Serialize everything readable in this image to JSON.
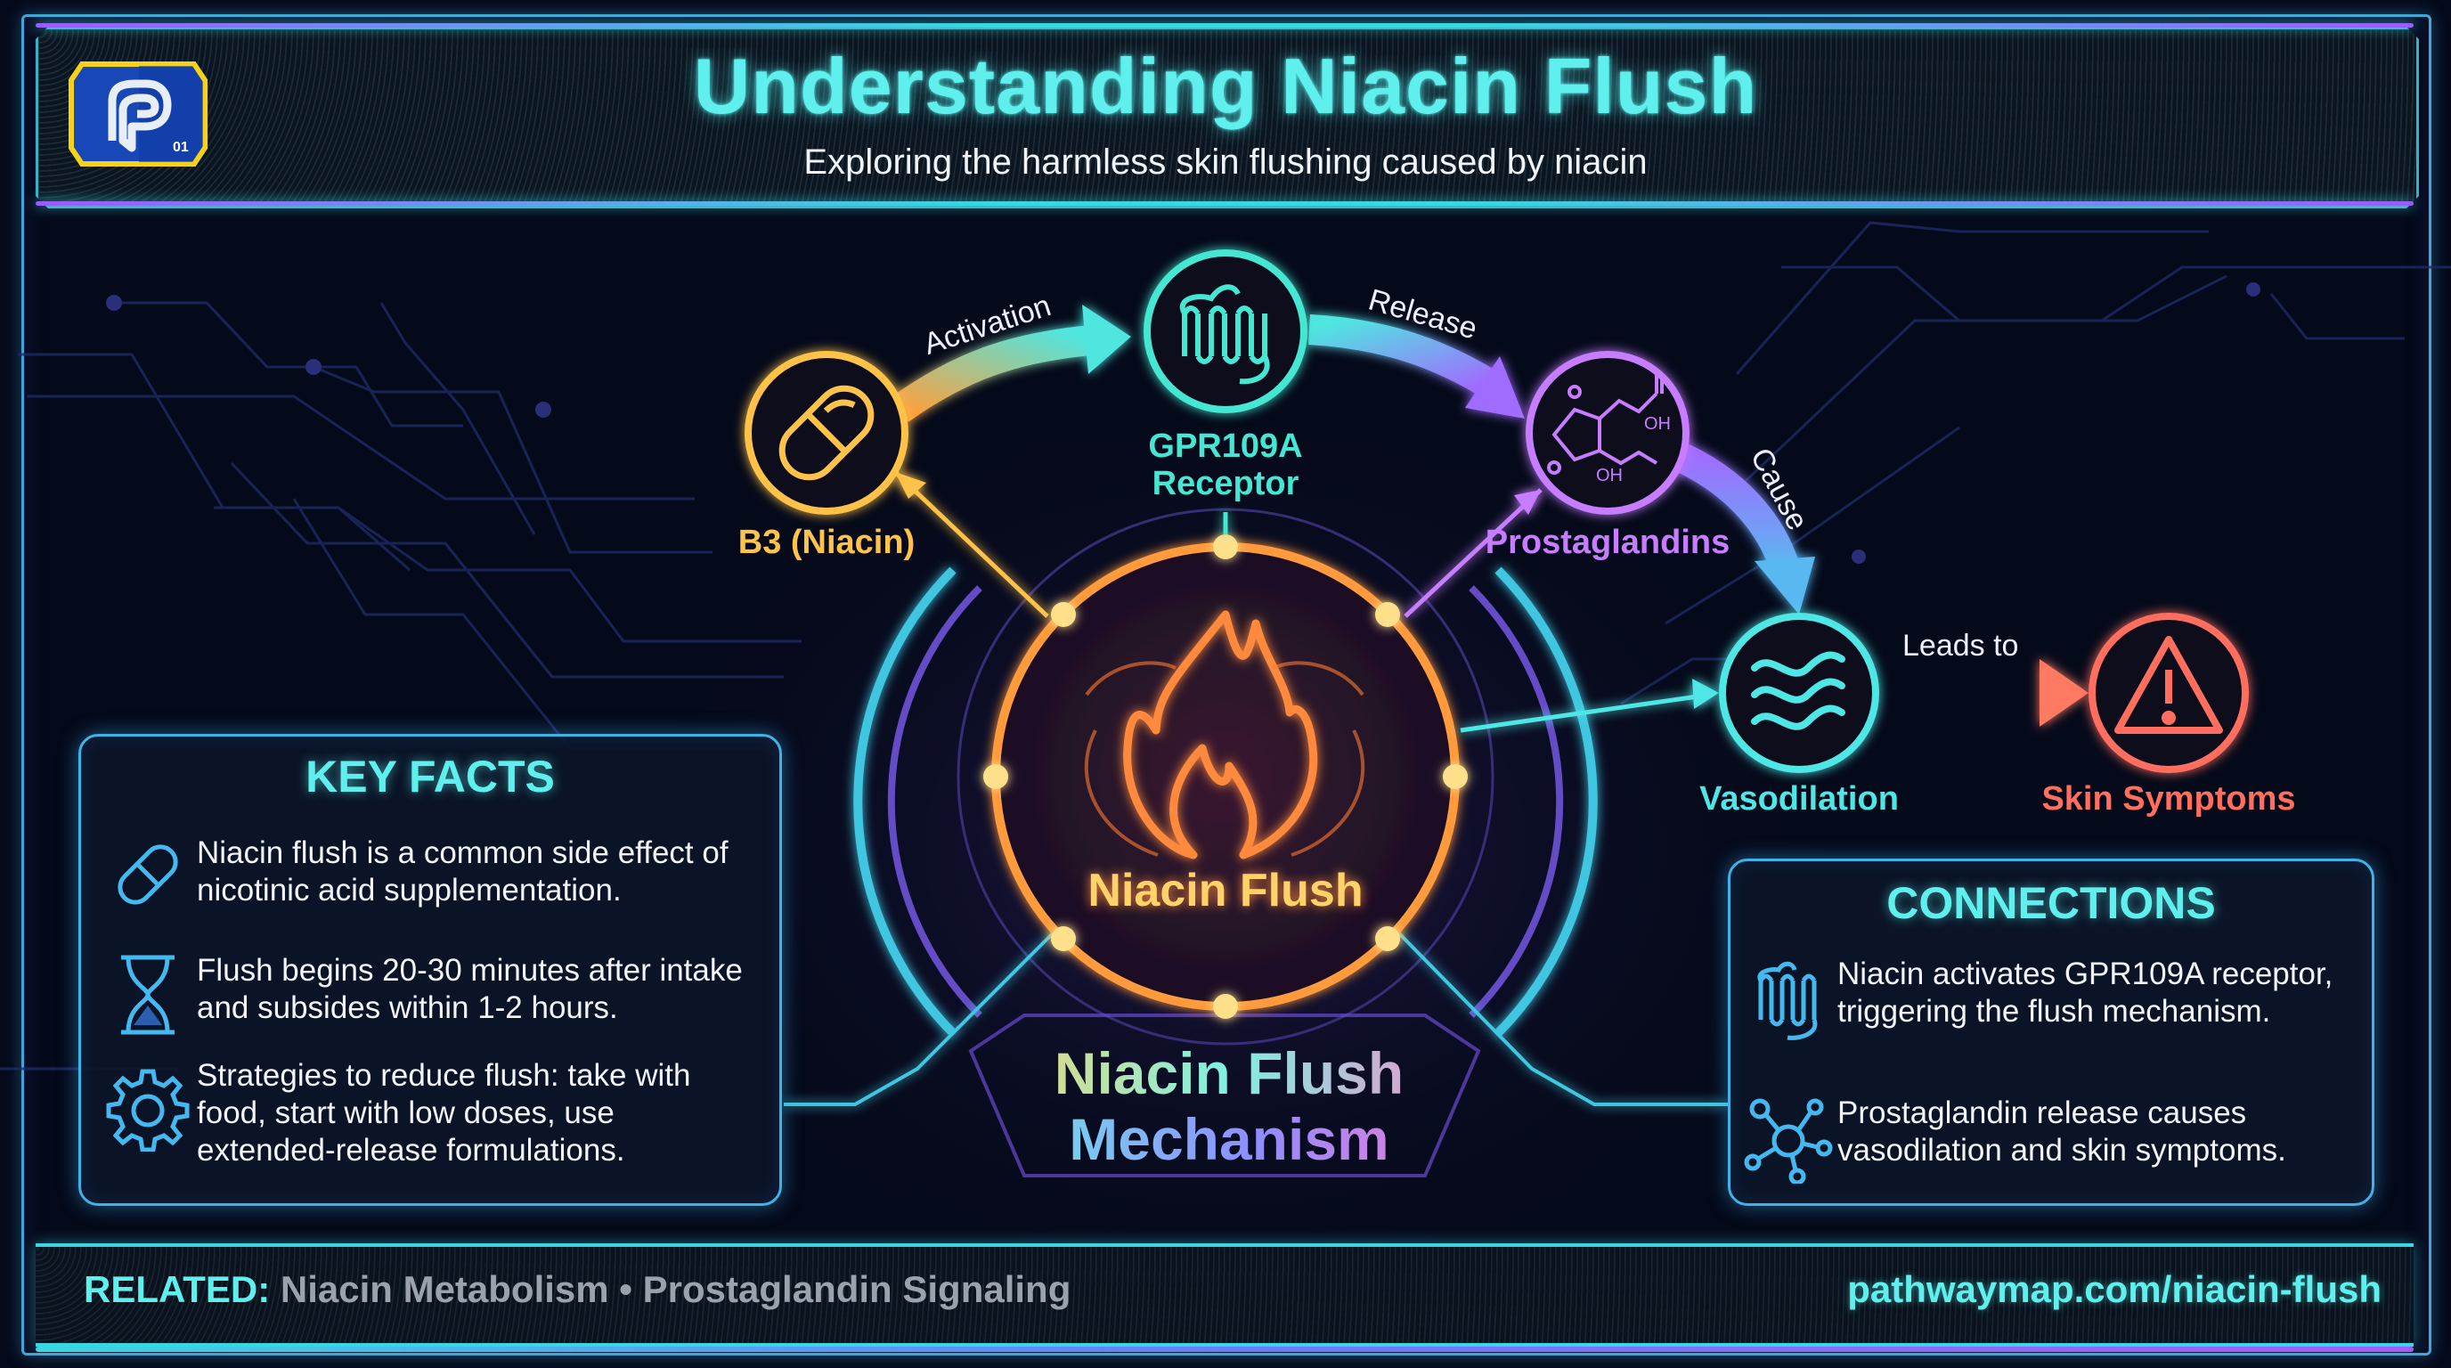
{
  "header": {
    "logo": {
      "letter": "P",
      "badge": "01",
      "icon": "pathwaymap-logo"
    },
    "title": "Understanding Niacin Flush",
    "subtitle": "Exploring the harmless skin flushing caused by niacin"
  },
  "diagram": {
    "hub": {
      "label": "Niacin Flush",
      "icon": "flame-icon",
      "caption_line1": "Niacin Flush",
      "caption_line2": "Mechanism"
    },
    "nodes": [
      {
        "id": "b3",
        "label": "B3 (Niacin)",
        "icon": "pill-icon",
        "color": "#ffc24a"
      },
      {
        "id": "gpr109a",
        "label_line1": "GPR109A",
        "label_line2": "Receptor",
        "icon": "receptor-icon",
        "color": "#45e6d2"
      },
      {
        "id": "prostaglandins",
        "label": "Prostaglandins",
        "icon": "molecule-structure-icon",
        "color": "#c77dff"
      },
      {
        "id": "vasodilation",
        "label": "Vasodilation",
        "icon": "waves-icon",
        "color": "#4fe6e6"
      },
      {
        "id": "skin",
        "label": "Skin Symptoms",
        "icon": "warning-icon",
        "color": "#ff6e5e"
      }
    ],
    "edges": [
      {
        "from": "b3",
        "to": "gpr109a",
        "label": "Activation"
      },
      {
        "from": "gpr109a",
        "to": "prostaglandins",
        "label": "Release"
      },
      {
        "from": "prostaglandins",
        "to": "vasodilation",
        "label": "Cause"
      },
      {
        "from": "vasodilation",
        "to": "skin",
        "label": "Leads to"
      }
    ],
    "molecule_labels": {
      "oh1": "OH",
      "oh2": "OH"
    }
  },
  "key_facts": {
    "title": "KEY FACTS",
    "items": [
      {
        "icon": "pill-icon",
        "text": "Niacin flush is a common side effect of nicotinic acid supplementation."
      },
      {
        "icon": "hourglass-icon",
        "text": "Flush begins 20-30 minutes after intake and subsides within 1-2 hours."
      },
      {
        "icon": "gear-icon",
        "text": "Strategies to reduce flush: take with food, start with low doses, use extended-release formulations."
      }
    ]
  },
  "connections": {
    "title": "CONNECTIONS",
    "items": [
      {
        "icon": "receptor-icon",
        "text": "Niacin activates GPR109A receptor, triggering the flush mechanism."
      },
      {
        "icon": "network-icon",
        "text": "Prostaglandin release causes vasodilation and skin symptoms."
      }
    ]
  },
  "footer": {
    "related_label": "RELATED:",
    "related_value": "Niacin Metabolism • Prostaglandin Signaling",
    "url": "pathwaymap.com/niacin-flush"
  },
  "colors": {
    "accent_cyan": "#5ff0ee",
    "niacin_yellow": "#ffc24a",
    "receptor_teal": "#45e6d2",
    "prostaglandin_purple": "#c77dff",
    "vasodilation_cyan": "#4fe6e6",
    "symptom_red": "#ff6e5e",
    "hub_orange": "#ff9a3c",
    "background": "#050a1a"
  }
}
